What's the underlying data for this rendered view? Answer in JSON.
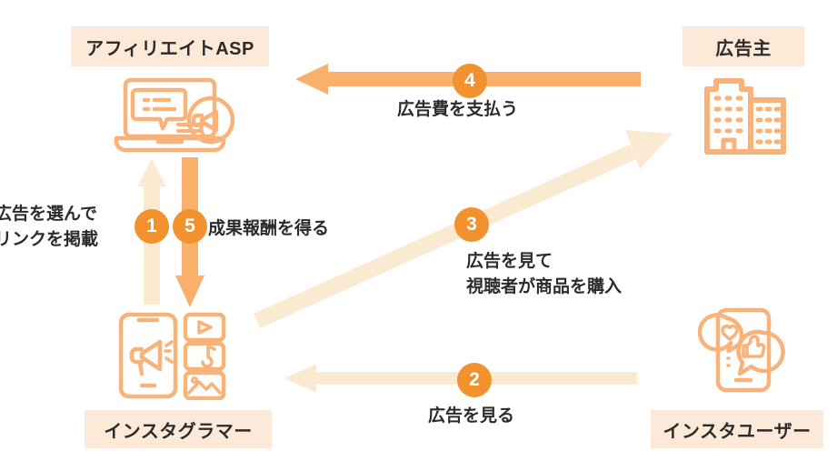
{
  "diagram": {
    "title": "affiliate-asp-instagram-flow",
    "background": "#ffffff",
    "colors": {
      "box_bg": "#FCE9D7",
      "badge": "#F2922E",
      "arrow_strong": "#F8B06A",
      "arrow_light": "#FBEAD2",
      "icon": "#F9B277",
      "text": "#2b2b2b"
    },
    "nodes": [
      {
        "id": "asp",
        "label": "アフィリエイトASP",
        "icon": "laptop-megaphone-icon"
      },
      {
        "id": "adv",
        "label": "広告主",
        "icon": "office-building-icon"
      },
      {
        "id": "gramer",
        "label": "インスタグラマー",
        "icon": "phone-megaphone-icon"
      },
      {
        "id": "user",
        "label": "インスタユーザー",
        "icon": "phone-social-reaction-icon"
      }
    ],
    "flows": [
      {
        "number": "1",
        "label": "広告を選んで\nリンクを掲載",
        "from": "gramer",
        "to": "asp",
        "direction": "up",
        "style": "light"
      },
      {
        "number": "2",
        "label": "広告を見る",
        "from": "user",
        "to": "gramer",
        "direction": "left",
        "style": "light"
      },
      {
        "number": "3",
        "label": "広告を見て\n視聴者が商品を購入",
        "from": "gramer",
        "to": "adv",
        "direction": "diagonal-up-right",
        "style": "light"
      },
      {
        "number": "4",
        "label": "広告費を支払う",
        "from": "adv",
        "to": "asp",
        "direction": "left",
        "style": "strong"
      },
      {
        "number": "5",
        "label": "成果報酬を得る",
        "from": "asp",
        "to": "gramer",
        "direction": "down",
        "style": "strong"
      }
    ]
  }
}
